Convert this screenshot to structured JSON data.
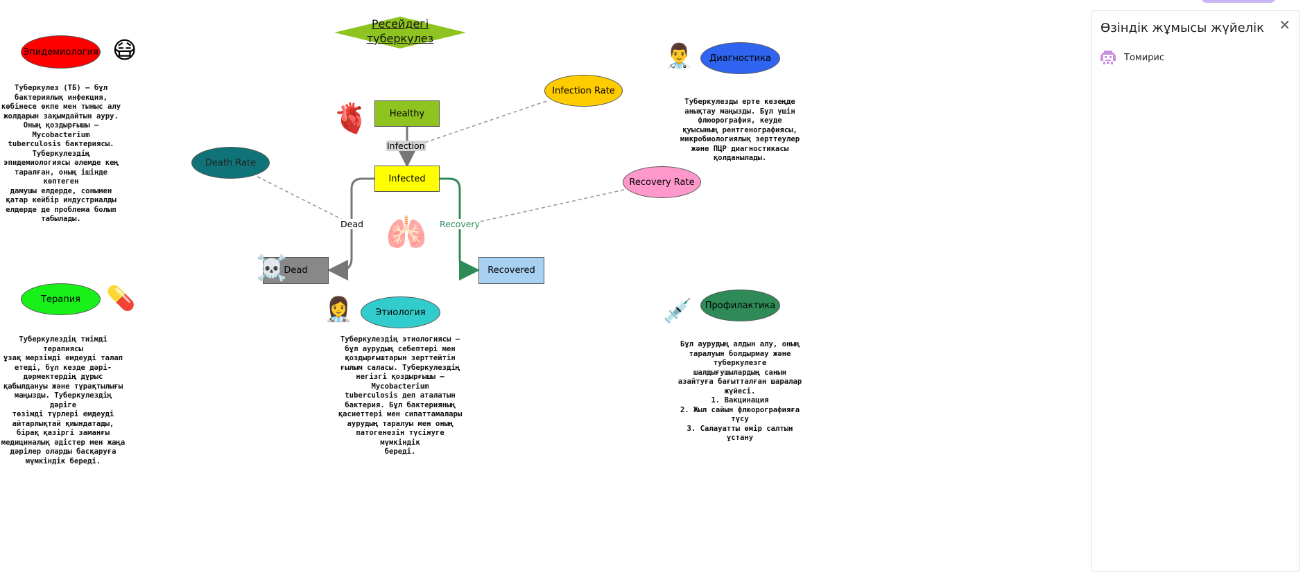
{
  "diagram": {
    "title": "Ресейдегі туберкулез",
    "nodes": {
      "healthy": "Healthy",
      "infected": "Infected",
      "dead": "Dead",
      "recovered": "Recovered"
    },
    "edge_labels": {
      "infection": "Infection",
      "dead": "Dead",
      "recovery": "Recovery"
    },
    "rates": {
      "infection_rate": "Infection Rate",
      "death_rate": "Death Rate",
      "recovery_rate": "Recovery Rate"
    },
    "topics": {
      "epidemiology": {
        "label": "Эпидемиология",
        "text": "Туберкулез (ТБ) – бұл\nбактериялық инфекция,\nкөбінесе өкпе мен тыныс алу\nжолдарын зақымдайтын ауру.\nОның қоздырғышы –\nMycobacterium\ntuberculosis бактериясы.\nТуберкулездің\nэпидемиологиясы әлемде кең\nтаралған, оның ішінде көптеген\nдамушы елдерде, сонымен\nқатар кейбір индустриалды\nелдерде де проблема болып\nтабылады."
      },
      "diagnostics": {
        "label": "Диагностика",
        "text": "Туберкулезды ерте кезеңде\nанықтау маңызды. Бұл үшін\nфлюорография, кеуде\nқуысының рентгенографиясы,\nмикробиологиялық зерттеулер\nжәне ПЦР диагностикасы\nқолданылады."
      },
      "therapy": {
        "label": "Терапия",
        "text": "Туберкулездің тиімді терапиясы\nұзақ мерзімді емдеуді талап\nетеді, бұл кезде дәрі-\nдәрмектердің дұрыс\nқабылдануы және тұрақтылығы\nмаңызды. Туберкулездің дәріге\nтөзімді түрлері емдеуді\nайтарлықтай қиындатады,\nбірақ қазіргі заманғы\nмедициналық әдістер мен жаңа\nдәрілер оларды басқаруға\nмүмкіндік береді."
      },
      "etiology": {
        "label": "Этиология",
        "text": "Туберкулездің этиологиясы –\nбұл аурудың себептері мен\nқоздырғыштарын зерттейтін\nғылым саласы. Туберкулездің\nнегізгі қоздырғышы –\nMycobacterium\ntuberculosis деп аталатын\nбактерия. Бұл бактерияның\nқасиеттері мен сипаттамалары\nаурудың таралуы мен оның\nпатогенезін түсінуге мүмкіндік\nбереді."
      },
      "prevention": {
        "label": "Профилактика",
        "text": "Бұл аурудың алдын алу, оның\nтаралуын болдырмау және\nтуберкулезге\nшалдығушылардың санын\nазайтуға бағытталған шаралар\nжүйесі.\n1. Вакцинация\n2. Жыл сайын флюорографияға\nтүсу\n3. Салауатты өмір салтын\nұстану"
      }
    },
    "colors": {
      "title_fill": "#8fc31f",
      "healthy_fill": "#8fc31f",
      "infected_fill": "#ffff00",
      "dead_fill": "#888888",
      "recovered_fill": "#a8d0f0",
      "infection_rate_fill": "#ffcc00",
      "death_rate_fill": "#0f7378",
      "recovery_rate_fill": "#ff99cc",
      "epidemiology_fill": "#ff0000",
      "diagnostics_fill": "#2e64f0",
      "therapy_fill": "#19f019",
      "etiology_fill": "#33cccc",
      "prevention_fill": "#2e8b57",
      "recovery_edge": "#2e8b57",
      "dead_edge": "#777777"
    },
    "icons": {
      "epidemiology": "face-with-mask-icon",
      "diagnostics": "doctor-icon",
      "therapy": "pill-icon",
      "etiology": "female-doctor-icon",
      "prevention": "syringe-icon",
      "healthy": "anatomical-heart-icon",
      "lungs": "lungs-icon",
      "dead": "skull-crossbones-icon"
    }
  },
  "panel": {
    "title": "Өзіндік жұмысы жүйелік",
    "user_name": "Томирис",
    "close_icon": "close-icon",
    "user_icon": "user-avatar-icon"
  }
}
